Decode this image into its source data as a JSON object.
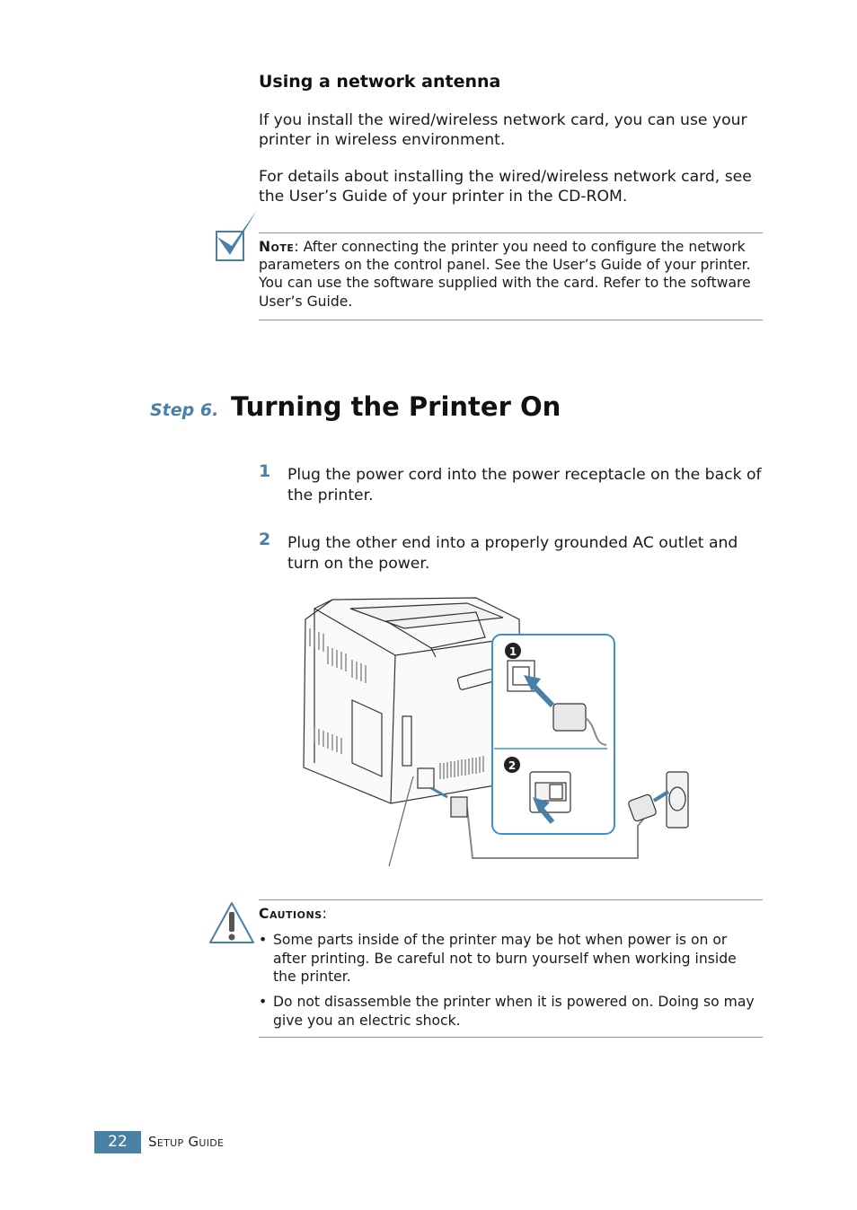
{
  "network": {
    "heading": "Using a network antenna",
    "para1": "If you install the wired/wireless network card, you can use your printer in wireless environment.",
    "para2": "For details about installing the wired/wireless network card, see the User’s Guide of your printer in the CD-ROM."
  },
  "note": {
    "label": "Note",
    "text": ": After connecting the printer you need to configure the network parameters on the control panel. See the User’s Guide of your printer. You can use the software supplied with the card. Refer to the software User’s Guide."
  },
  "step": {
    "label": "Step 6.",
    "title": "Turning the Printer On",
    "items": [
      {
        "num": "1",
        "text": "Plug the power cord into the power receptacle on the back of the printer."
      },
      {
        "num": "2",
        "text": "Plug the other end into a properly grounded AC outlet and turn on the power."
      }
    ]
  },
  "figure": {
    "badge1": "1",
    "badge2": "2"
  },
  "cautions": {
    "label": "Cautions",
    "colon": ":",
    "items": [
      "Some parts inside of the printer may be hot when power is on or after printing. Be careful not to burn yourself when working inside the printer.",
      "Do not disassemble the printer when it is powered on. Doing so may give you an electric shock."
    ]
  },
  "footer": {
    "page_number": "22",
    "title": "Setup Guide"
  },
  "colors": {
    "accent": "#4a7fa6",
    "rule": "#7d9db8"
  }
}
